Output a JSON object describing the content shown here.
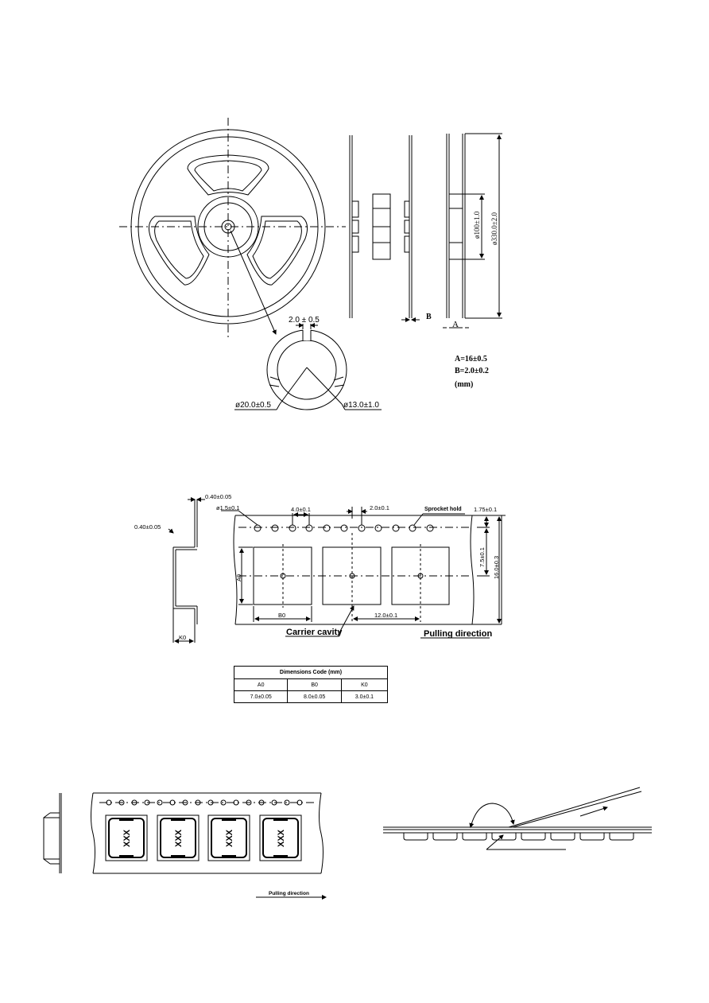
{
  "reel": {
    "side_labels": {
      "b": "B",
      "a": "A"
    },
    "dims": {
      "hub_dia": "ø100±1.0",
      "reel_dia": "ø330.0±2.0",
      "slot": "2.0 ± 0.5",
      "arbor_outer": "ø20.0±0.5",
      "arbor_inner": "ø13.0±1.0"
    },
    "notes": [
      "A=16±0.5",
      "B=2.0±0.2",
      "(mm)"
    ]
  },
  "tape": {
    "dims": {
      "thick_top": "0.40±0.05",
      "thick_side": "0.40±0.05",
      "hole_dia": "ø1.5±0.1",
      "hole_pitch": "4.0±0.1",
      "hole_to_cavity": "2.0±0.1",
      "edge": "1.75±0.1",
      "pitch_y": "7.5±0.1",
      "width": "16.0±0.3",
      "b0": "B0",
      "a0": "A0",
      "cavity_pitch": "12.0±0.1",
      "k0": "K0"
    },
    "labels": {
      "sprocket": "Sprocket hold",
      "carrier": "Carrier cavity",
      "pulling": "Pulling direction"
    }
  },
  "table": {
    "title": "Dimensions Code (mm)",
    "headers": [
      "A0",
      "B0",
      "K0"
    ],
    "values": [
      "7.0±0.05",
      "8.0±0.05",
      "3.0±0.1"
    ]
  },
  "loaded": {
    "marking": "XXX",
    "pulling": "Pulling direction"
  }
}
